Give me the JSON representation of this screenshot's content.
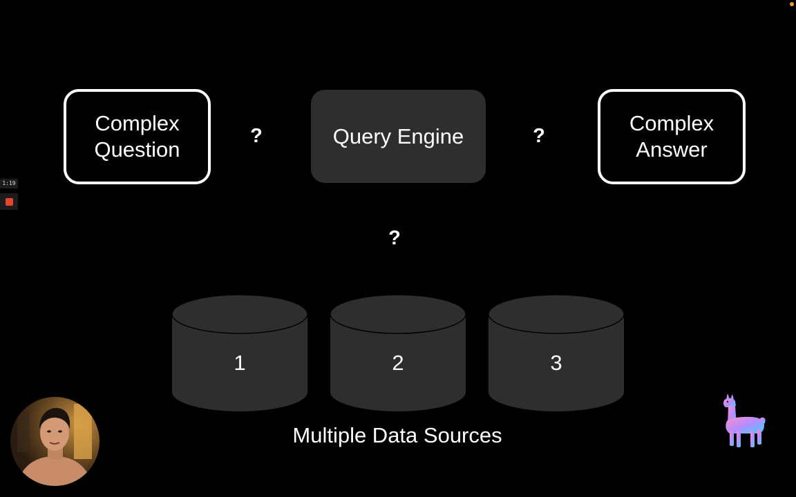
{
  "diagram": {
    "question_box": {
      "line1": "Complex",
      "line2": "Question"
    },
    "engine_box": {
      "label": "Query Engine"
    },
    "answer_box": {
      "line1": "Complex",
      "line2": "Answer"
    },
    "qmarks": {
      "left": "?",
      "right": "?",
      "middle": "?"
    },
    "data_sources": [
      {
        "label": "1"
      },
      {
        "label": "2"
      },
      {
        "label": "3"
      }
    ],
    "caption": "Multiple Data Sources"
  },
  "recorder": {
    "timer": "1:19"
  },
  "colors": {
    "background": "#000000",
    "filled_box": "#2e2e2e",
    "recording_red": "#e8452f",
    "indicator_dot": "#f0a020",
    "logo_gradient": [
      "#ff8fc7",
      "#b58cff",
      "#3fd4ff"
    ]
  },
  "icons": {
    "logo": "llama-logo-icon",
    "record": "record-stop-icon",
    "webcam": "presenter-webcam"
  }
}
